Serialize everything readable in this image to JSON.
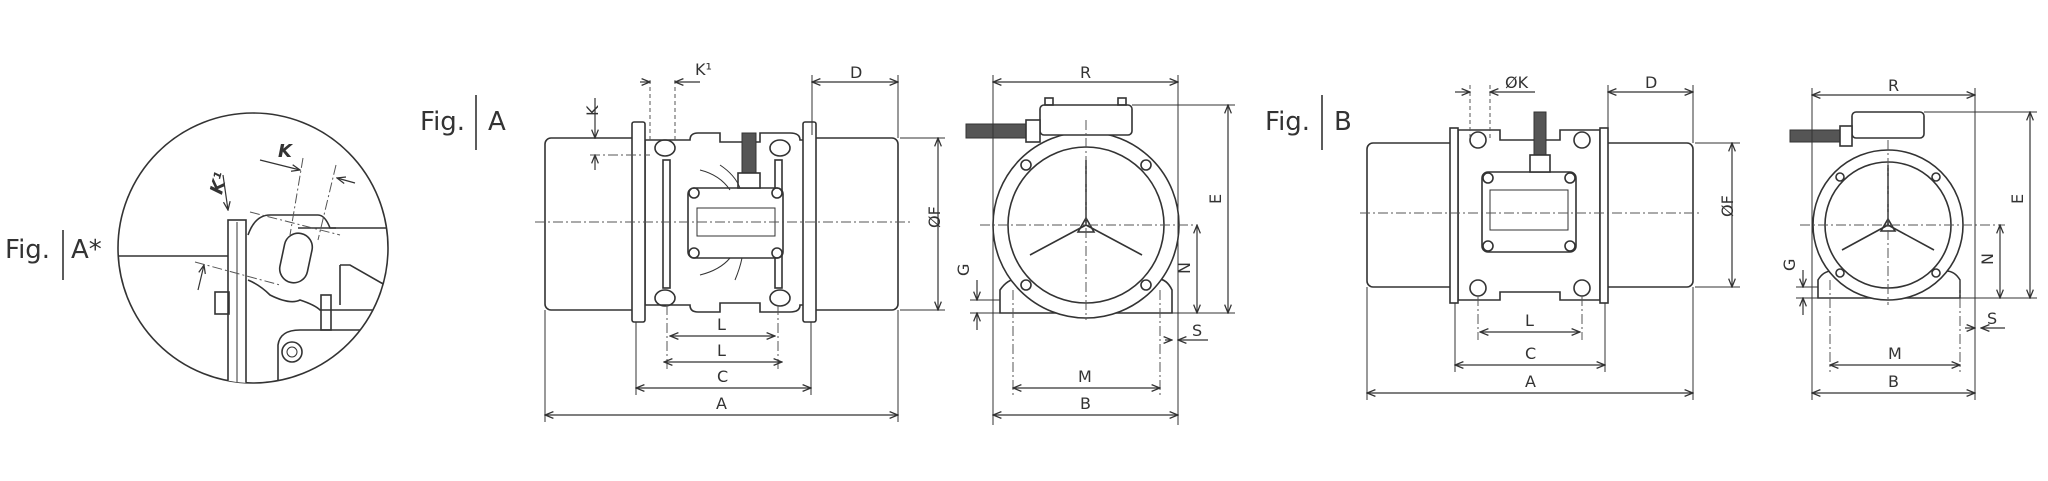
{
  "figures": {
    "a_star": {
      "prefix": "Fig.",
      "id": "A*",
      "labels": {
        "k": "K",
        "k1": "K¹"
      }
    },
    "a": {
      "prefix": "Fig.",
      "id": "A"
    },
    "b": {
      "prefix": "Fig.",
      "id": "B"
    }
  },
  "side_view_a": {
    "A": "A",
    "C": "C",
    "L1": "L",
    "L2": "L",
    "D": "D",
    "K": "K",
    "K1": "K¹",
    "F": "ØF"
  },
  "front_view_a": {
    "R": "R",
    "E": "E",
    "N": "N",
    "G": "G",
    "M": "M",
    "B": "B",
    "S": "S"
  },
  "side_view_b": {
    "A": "A",
    "C": "C",
    "L": "L",
    "D": "D",
    "K": "ØK",
    "F": "ØF"
  },
  "front_view_b": {
    "R": "R",
    "E": "E",
    "N": "N",
    "G": "G",
    "M": "M",
    "B": "B",
    "S": "S"
  }
}
